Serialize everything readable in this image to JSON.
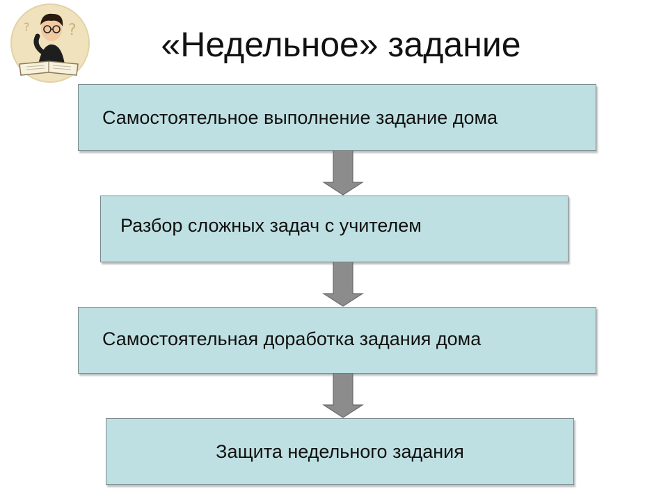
{
  "slide": {
    "title": "«Недельное» задание"
  },
  "logo": {
    "icon": "reading-student-icon"
  },
  "flow": {
    "steps": [
      {
        "label": "Самостоятельное выполнение задание дома"
      },
      {
        "label": "Разбор сложных задач с учителем"
      },
      {
        "label": "Самостоятельная доработка задания дома"
      },
      {
        "label": "Защита недельного задания"
      }
    ],
    "colors": {
      "box_fill": "#bfe0e2",
      "box_border": "#7a8a8c",
      "arrow_fill": "#8c8c8c"
    }
  }
}
